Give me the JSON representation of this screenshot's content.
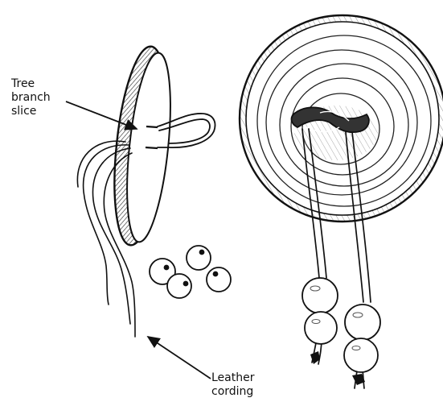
{
  "labels": {
    "tree_branch_slice": [
      "Tree",
      "branch",
      "slice"
    ],
    "leather_cording": [
      "Leather",
      "cording"
    ]
  },
  "colors": {
    "ink": "#111111",
    "shading": "#555555",
    "background": "#ffffff"
  }
}
